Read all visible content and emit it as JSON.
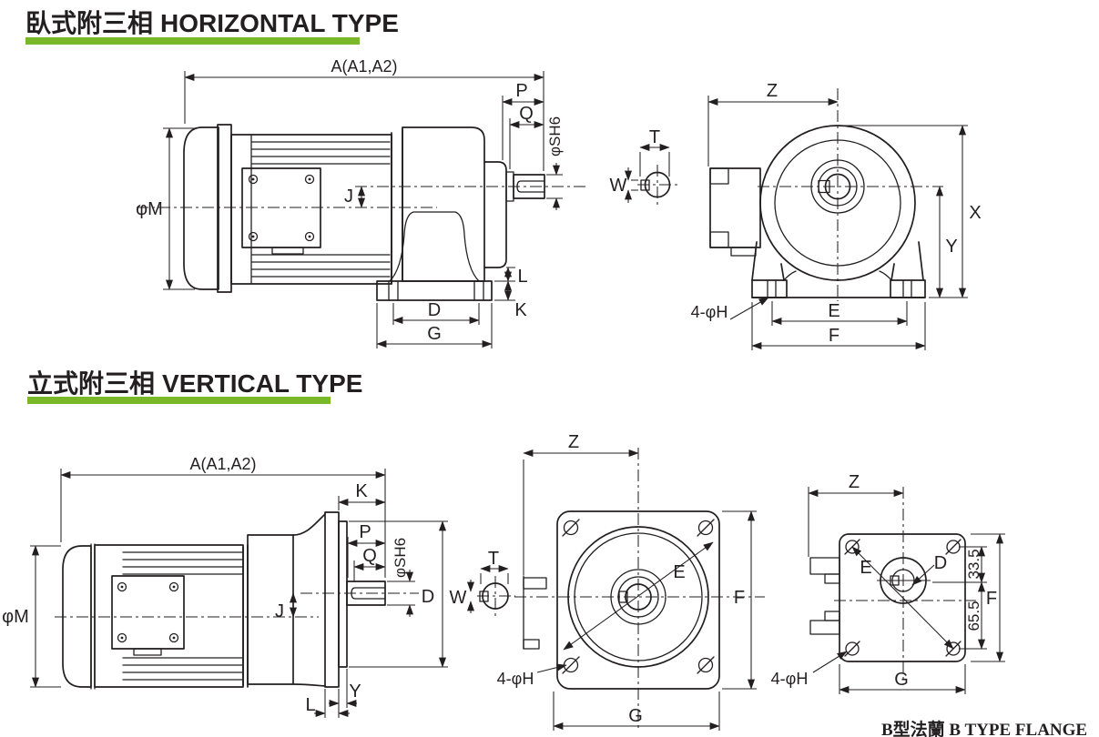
{
  "colors": {
    "line": "#231f20",
    "accent_green": "#79b829",
    "background": "#ffffff"
  },
  "titles": {
    "horizontal_zh": "臥式附三相",
    "horizontal_en": "HORIZONTAL TYPE",
    "vertical_zh": "立式附三相",
    "vertical_en": "VERTICAL TYPE"
  },
  "caption": {
    "b_flange": "B型法蘭 B TYPE FLANGE"
  },
  "dims": {
    "h_side": {
      "a": "A(A1,A2)",
      "p": "P",
      "q": "Q",
      "sh": "φSH6",
      "m": "φM",
      "j": "J",
      "l": "L",
      "k": "K",
      "d": "D",
      "g": "G"
    },
    "h_front": {
      "z": "Z",
      "t": "T",
      "w": "W",
      "x": "X",
      "y": "Y",
      "e": "E",
      "f": "F",
      "h": "4-φH"
    },
    "v_side": {
      "a": "A(A1,A2)",
      "k": "K",
      "p": "P",
      "q": "Q",
      "sh": "φSH6",
      "m": "φM",
      "j": "J",
      "d": "D",
      "l": "L",
      "y": "Y"
    },
    "v_flange": {
      "z": "Z",
      "t": "T",
      "w": "W",
      "e": "E",
      "f": "F",
      "g": "G",
      "h": "4-φH"
    },
    "b_flange": {
      "z": "Z",
      "e": "E",
      "d": "D",
      "n1": "33.5",
      "n2": "65.5",
      "f": "F",
      "g": "G",
      "h": "4-φH"
    }
  }
}
